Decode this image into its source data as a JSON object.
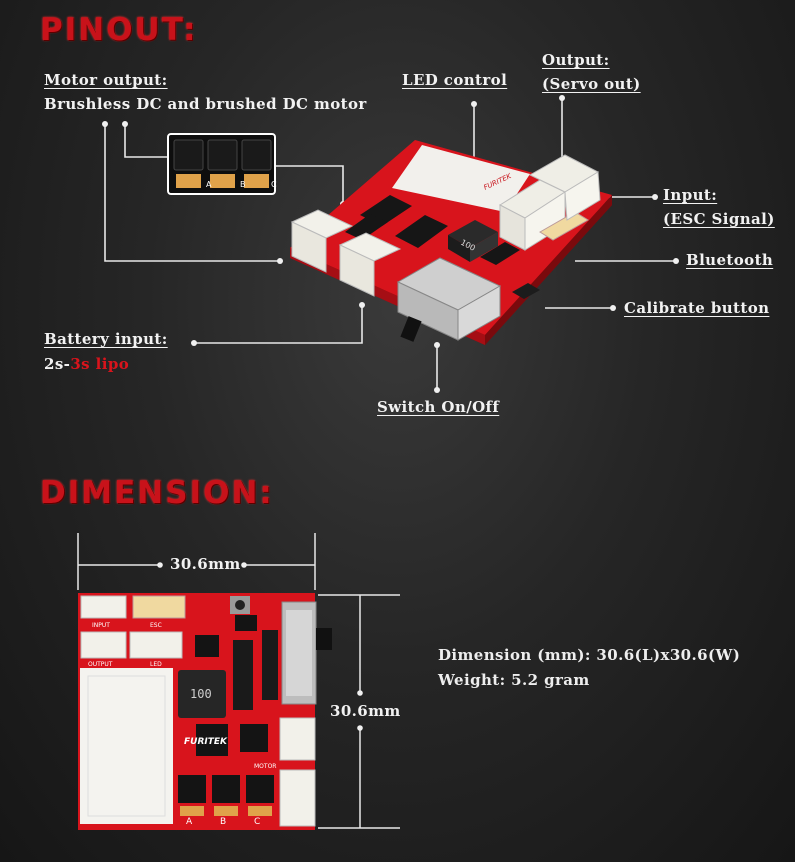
{
  "pinout": {
    "heading": "PINOUT:",
    "motor_output_title": "Motor output:",
    "motor_output_desc": "Brushless DC and brushed DC motor",
    "led_control": "LED control",
    "output_title": "Output:",
    "output_desc": "(Servo out)",
    "input_title": "Input:",
    "input_desc": "(ESC Signal)",
    "bluetooth": "Bluetooth",
    "calibrate": "Calibrate button",
    "battery_title": "Battery input:",
    "battery_prefix": "2s-",
    "battery_highlight": "3s lipo",
    "switch": "Switch On/Off",
    "board_logo": "FURITEK",
    "pads": [
      "A",
      "B",
      "C"
    ],
    "inductor": "100"
  },
  "dimension": {
    "heading": "DIMENSION:",
    "width_label": "30.6mm",
    "height_label": "30.6mm",
    "spec_dimension": "Dimension (mm): 30.6(L)x30.6(W)",
    "spec_weight": "Weight: 5.2 gram",
    "silk_input": "INPUT",
    "silk_esc": "ESC",
    "silk_output": "OUTPUT",
    "silk_led": "LED",
    "silk_motor": "MOTOR",
    "board_logo": "FURITEK",
    "inductor": "100",
    "pads": [
      "A",
      "B",
      "C"
    ]
  },
  "colors": {
    "accent": "#c8121a",
    "pcb": "#d8141c",
    "connector": "#f2f2ec"
  }
}
